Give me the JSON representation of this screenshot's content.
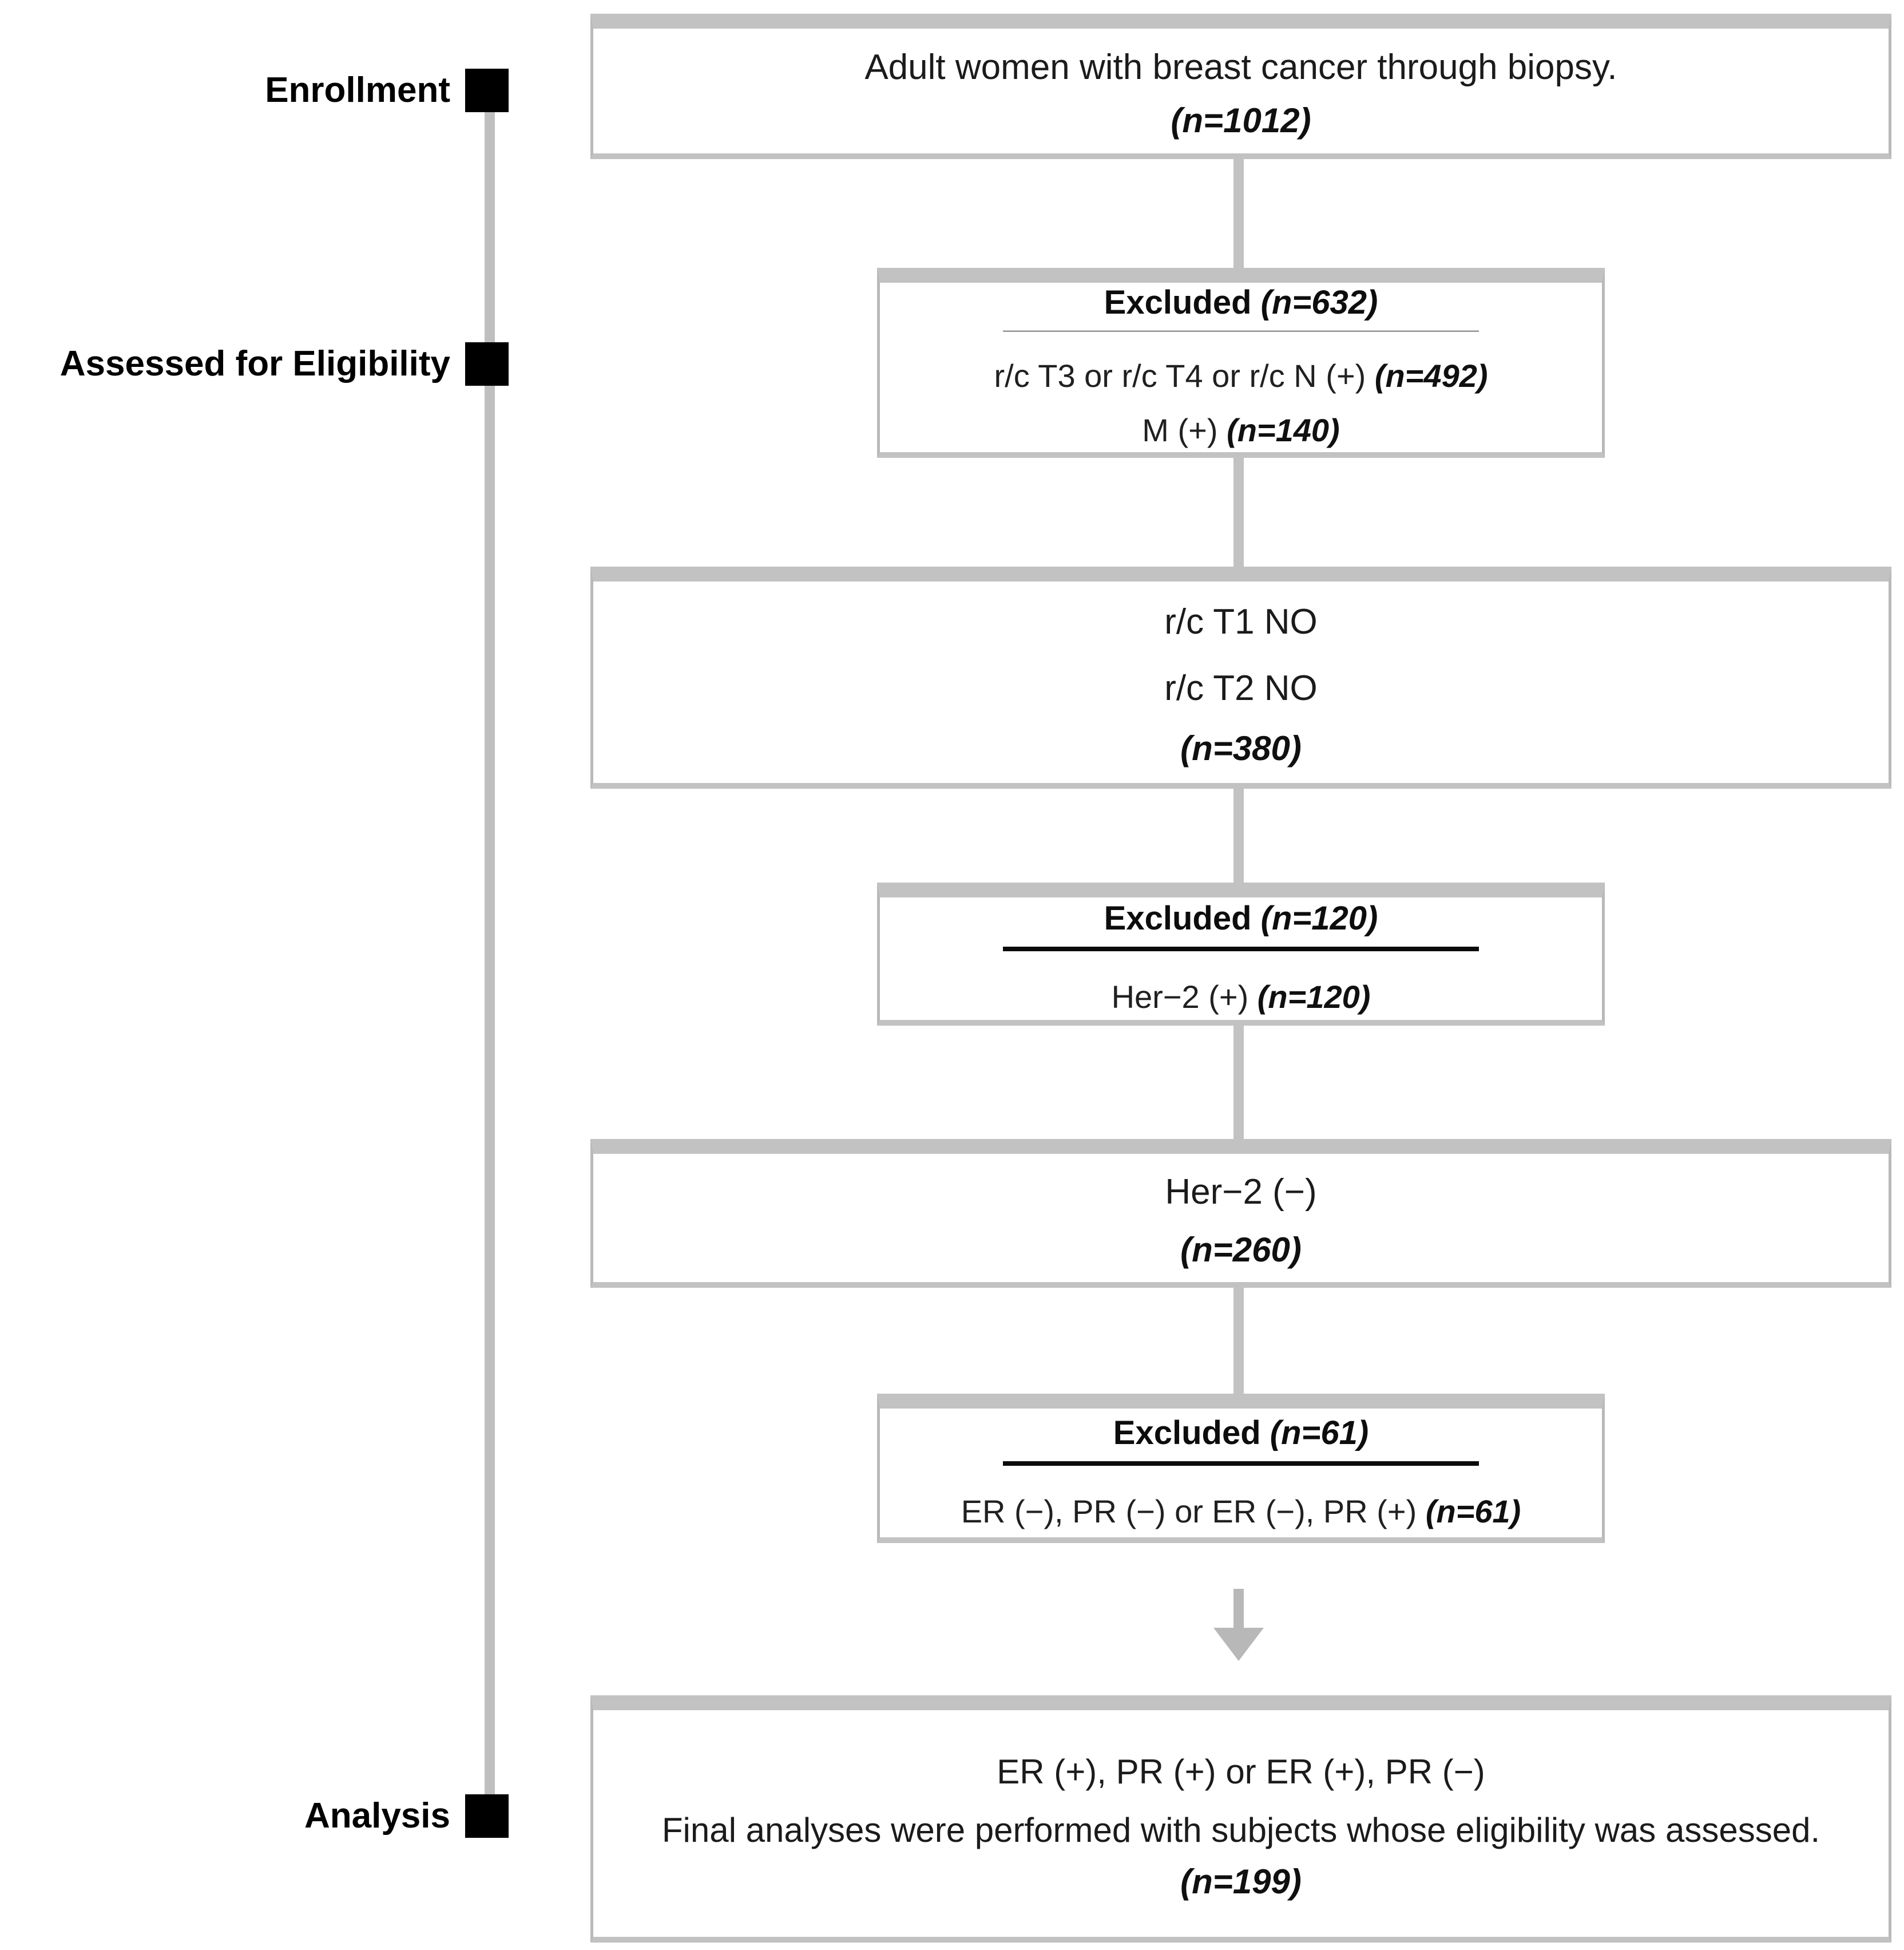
{
  "stages": {
    "enrollment": "Enrollment",
    "assessed": "Assessed for Eligibility",
    "analysis": "Analysis"
  },
  "boxes": {
    "enrolled": {
      "text": "Adult women with breast cancer through biopsy.",
      "n": "(n=1012)"
    },
    "excluded1": {
      "heading": "Excluded",
      "heading_n": "(n=632)",
      "reason1": "r/c T3 or r/c T4 or r/c N (+)",
      "reason1_n": "(n=492)",
      "reason2": "M (+)",
      "reason2_n": "(n=140)"
    },
    "stage_t1t2": {
      "line1": "r/c T1 NO",
      "line2": "r/c T2 NO",
      "n": "(n=380)"
    },
    "excluded2": {
      "heading": "Excluded",
      "heading_n": "(n=120)",
      "reason1": "Her−2 (+)",
      "reason1_n": "(n=120)"
    },
    "her2_negative": {
      "line1": "Her−2 (−)",
      "n": "(n=260)"
    },
    "excluded3": {
      "heading": "Excluded",
      "heading_n": "(n=61)",
      "reason1": "ER (−), PR (−) or ER (−), PR (+)",
      "reason1_n": "(n=61)"
    },
    "final": {
      "line1": "ER (+), PR (+) or ER (+), PR (−)",
      "line2": "Final analyses were performed with subjects whose eligibility was assessed.",
      "n": "(n=199)"
    }
  },
  "icons": {
    "down_arrow": "down-arrow-icon",
    "stage_marker": "black-square-marker"
  },
  "colors": {
    "box_header_bar": "#c2c2c2",
    "box_side_border": "#b9b9b9",
    "connector": "#c2c2c2",
    "rail_line": "#bfbfbf",
    "marker": "#000000",
    "arrow": "#b8b8b8",
    "text": "#1b1b1b",
    "heading_underline": "#0b0b0b",
    "background": "#ffffff"
  }
}
